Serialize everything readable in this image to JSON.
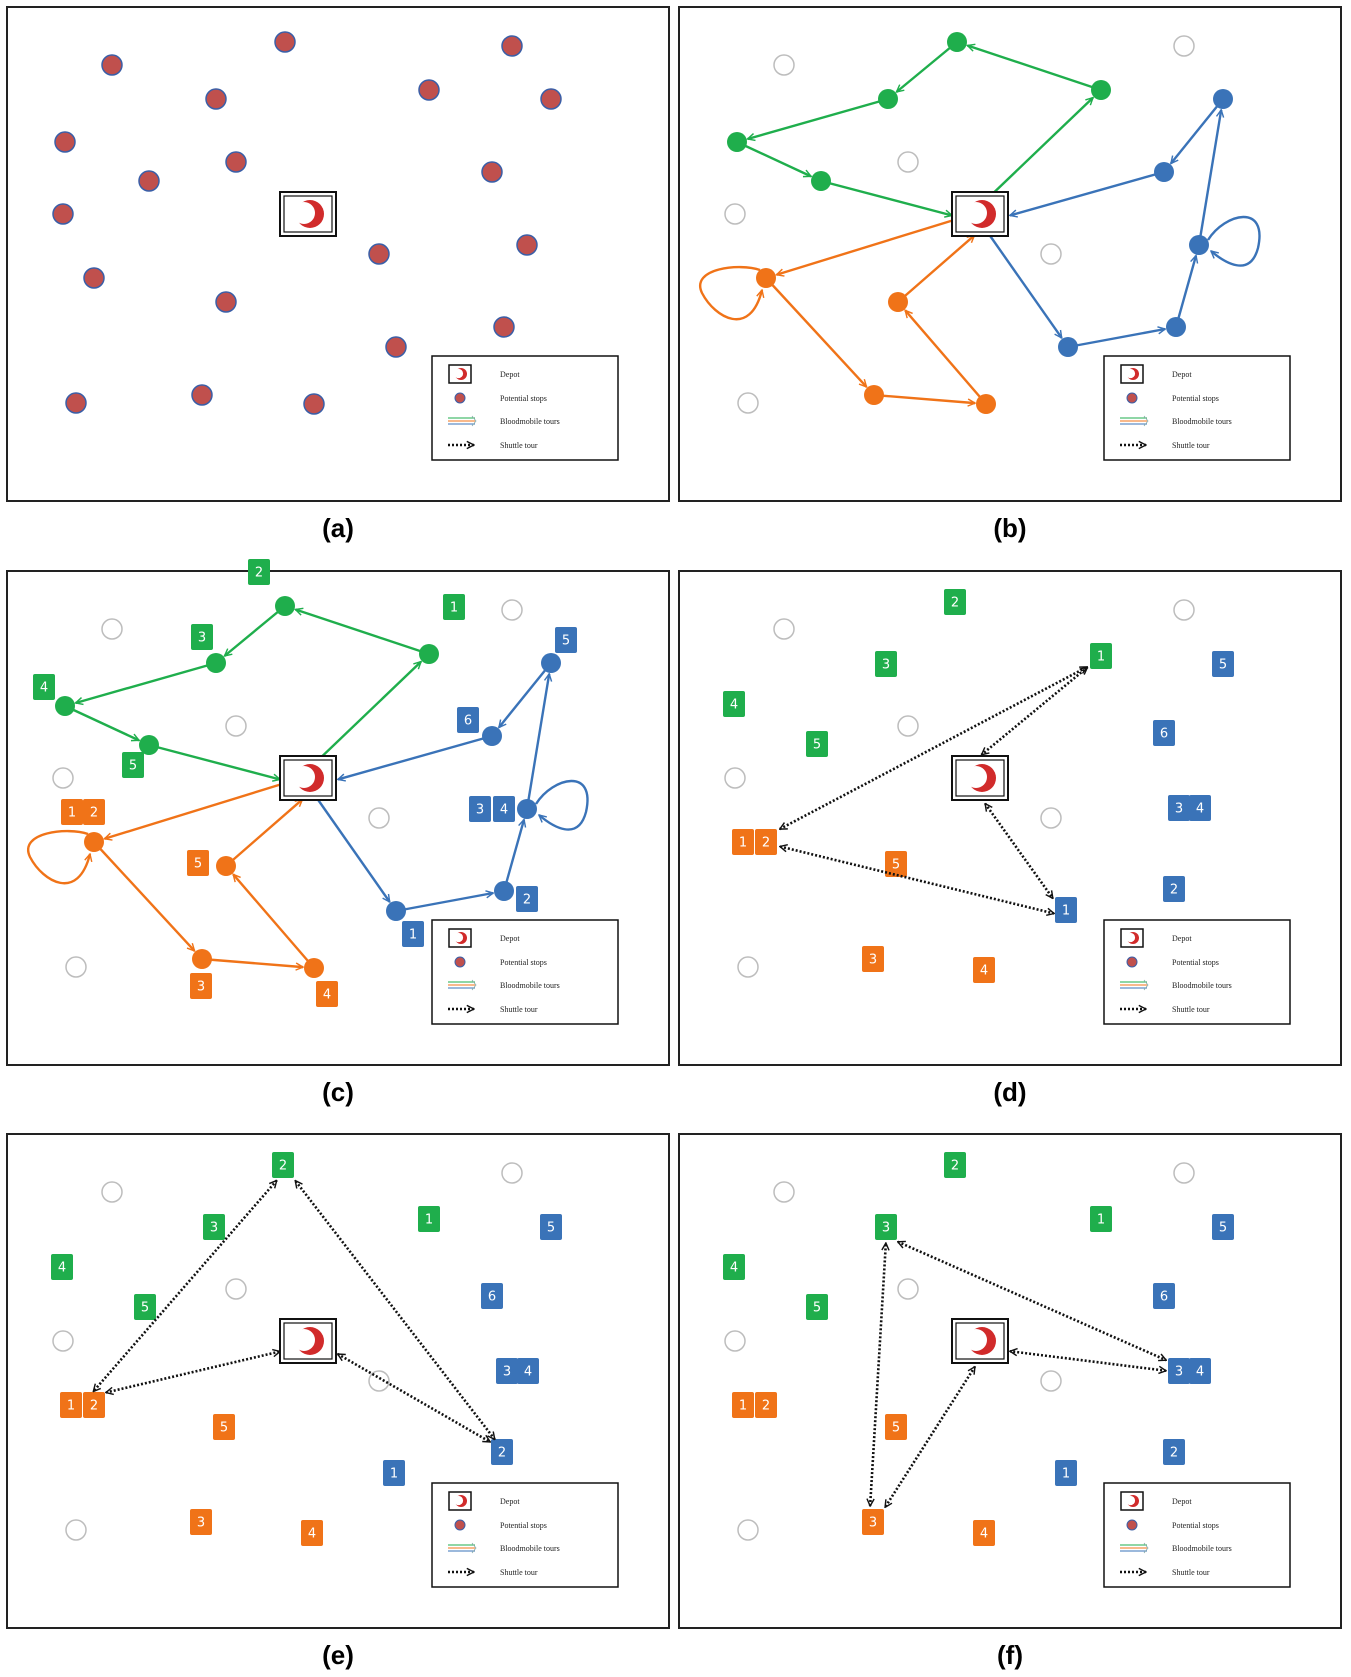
{
  "captions": [
    "(a)",
    "(b)",
    "(c)",
    "(d)",
    "(e)",
    "(f)"
  ],
  "legend": {
    "depot": "Depot",
    "potential_stops": "Potential stops",
    "bloodmobile_tours": "Bloodmobile tours",
    "shuttle_tour": "Shuttle tour"
  },
  "colors": {
    "green": "#1fae4c",
    "blue": "#3a73b8",
    "orange": "#f07318",
    "stop_red": "#c0504d",
    "stop_outline": "#3a5fa8",
    "empty": "#bdbdbd",
    "depot_red": "#d12b2b"
  },
  "badges": {
    "green": [
      "1",
      "2",
      "3",
      "4",
      "5"
    ],
    "blue": [
      "1",
      "2",
      "3",
      "4",
      "5",
      "6"
    ],
    "orange": [
      "1",
      "2",
      "3",
      "4",
      "5"
    ]
  }
}
